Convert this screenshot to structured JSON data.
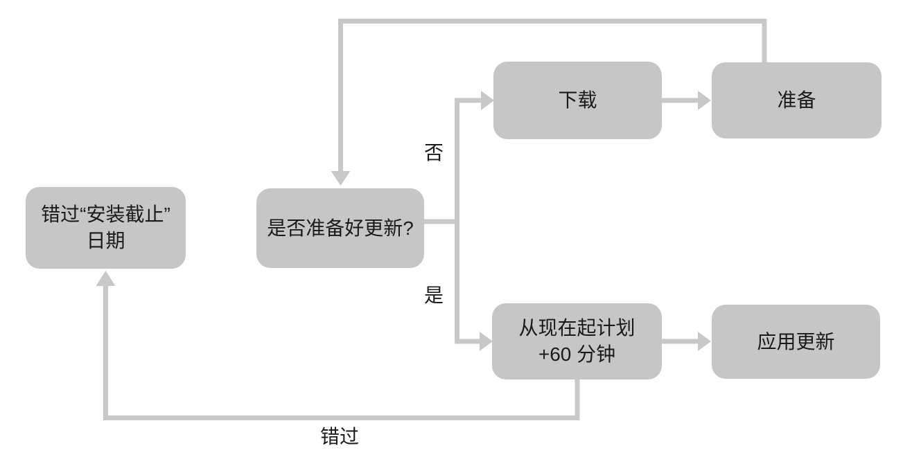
{
  "diagram": {
    "nodes": {
      "missed_deadline": {
        "label": "错过“安装截止”\n日期"
      },
      "ready_question": {
        "label": "是否准备好更新?"
      },
      "download": {
        "label": "下载"
      },
      "prepare": {
        "label": "准备"
      },
      "schedule": {
        "label": "从现在起计划\n+60 分钟"
      },
      "apply_update": {
        "label": "应用更新"
      }
    },
    "edge_labels": {
      "no": "否",
      "yes": "是",
      "missed": "错过"
    },
    "colors": {
      "node_fill": "#c5c6c5",
      "connector": "#c8c8c8",
      "text": "#1a1a1a",
      "background": "#ffffff"
    }
  }
}
